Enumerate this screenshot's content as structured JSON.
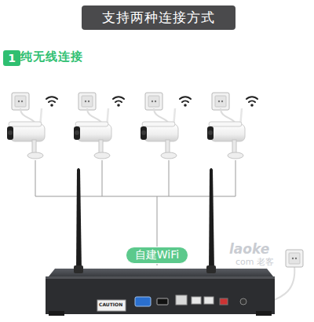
{
  "diagram": {
    "title": "支持两种连接方式",
    "nodes": [
      {
        "text": [
          "1"
        ]
      },
      {
        "text": [
          "自建WiFi"
        ]
      }
    ],
    "labels": [
      "纯无线连接",
      "CAUTION",
      "laoke",
      "com 老客"
    ]
  }
}
